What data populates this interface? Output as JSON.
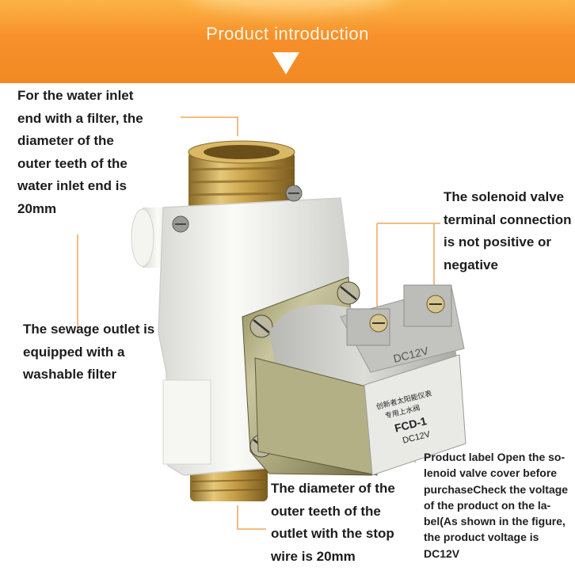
{
  "header": {
    "title": "Product introduction",
    "colors": {
      "top": "#fbb445",
      "bottom": "#f28a24"
    },
    "arrow_icon": "down-triangle-icon"
  },
  "annotations": {
    "inlet": [
      "For the water inlet",
      "end with a filter, the",
      "diameter of the",
      "outer teeth of the",
      "water inlet end is",
      "20mm"
    ],
    "solenoid": [
      "The solenoid valve",
      "terminal connection",
      "is not positive or",
      "negative"
    ],
    "sewage": [
      "The sewage outlet is",
      "equipped with a",
      "washable filter"
    ],
    "outlet": [
      "The diameter of the",
      "outer teeth of the",
      "outlet with the stop",
      "wire is 20mm"
    ],
    "label": [
      "Product label Open the so-",
      "lenoid valve cover before",
      "purchaseCheck the voltage",
      "of the product on the la-",
      "bel(As shown in the figure,",
      "the product voltage is",
      "DC12V"
    ]
  },
  "product": {
    "label_lines": [
      "创新者太阳能仪表",
      "专用上水阀",
      "FCD-1",
      "DC12V"
    ],
    "cap_label": "DC12V",
    "colors": {
      "brass": "#c9a24a",
      "body": "#f2f2ee",
      "coil": "#c8c8c4",
      "leader": "#f0a65a"
    }
  }
}
